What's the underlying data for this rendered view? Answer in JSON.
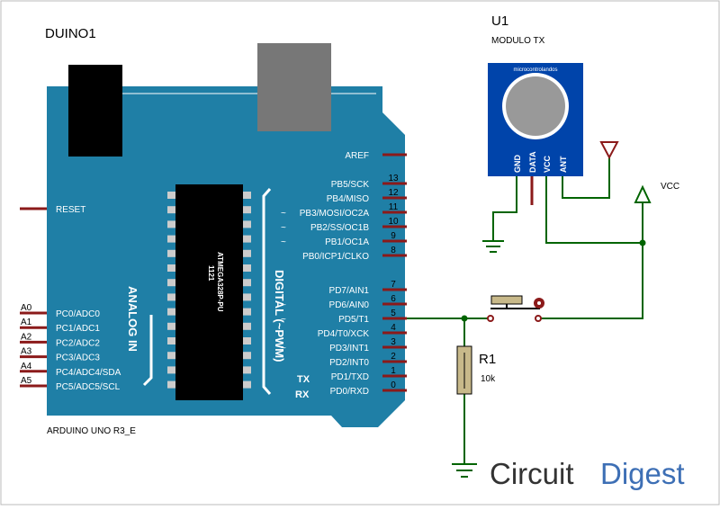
{
  "colors": {
    "board": "#1f7fa6",
    "wire": "#006400",
    "pin": "#8b1a1a",
    "chip": "#000000",
    "module": "#0044aa",
    "resistor": "#c8b98a",
    "brand_blue": "#3d6fb5",
    "brand_grey": "#333333"
  },
  "board": {
    "name": "DUINO1",
    "part": "ARDUINO UNO R3_E",
    "reset_label": "RESET",
    "analog_label": "ANALOG IN",
    "digital_label": "DIGITAL (~PWM)",
    "chip_text_1": "1121",
    "chip_text_2": "ATMEGA328P-PU",
    "tx": "TX",
    "rx": "RX",
    "aref": "AREF",
    "right_pins": [
      {
        "label": "PB5/SCK",
        "num": "13",
        "pwm": false
      },
      {
        "label": "PB4/MISO",
        "num": "12",
        "pwm": false
      },
      {
        "label": "PB3/MOSI/OC2A",
        "num": "11",
        "pwm": true
      },
      {
        "label": "PB2/SS/OC1B",
        "num": "10",
        "pwm": true
      },
      {
        "label": "PB1/OC1A",
        "num": "9",
        "pwm": true
      },
      {
        "label": "PB0/ICP1/CLKO",
        "num": "8",
        "pwm": false
      },
      {
        "label": "PD7/AIN1",
        "num": "7",
        "pwm": false
      },
      {
        "label": "PD6/AIN0",
        "num": "6",
        "pwm": true
      },
      {
        "label": "PD5/T1",
        "num": "5",
        "pwm": true
      },
      {
        "label": "PD4/T0/XCK",
        "num": "4",
        "pwm": false
      },
      {
        "label": "PD3/INT1",
        "num": "3",
        "pwm": true
      },
      {
        "label": "PD2/INT0",
        "num": "2",
        "pwm": false
      },
      {
        "label": "PD1/TXD",
        "num": "1",
        "pwm": false
      },
      {
        "label": "PD0/RXD",
        "num": "0",
        "pwm": false
      }
    ],
    "left_pins": [
      {
        "ext": "A0",
        "label": "PC0/ADC0"
      },
      {
        "ext": "A1",
        "label": "PC1/ADC1"
      },
      {
        "ext": "A2",
        "label": "PC2/ADC2"
      },
      {
        "ext": "A3",
        "label": "PC3/ADC3"
      },
      {
        "ext": "A4",
        "label": "PC4/ADC4/SDA"
      },
      {
        "ext": "A5",
        "label": "PC5/ADC5/SCL"
      }
    ]
  },
  "module": {
    "ref": "U1",
    "name": "MODULO TX",
    "brand": "microcontrolandos",
    "pins": [
      "GND",
      "DATA",
      "VCC",
      "ANT"
    ]
  },
  "resistor": {
    "ref": "R1",
    "value": "10k"
  },
  "vcc_label": "VCC",
  "brand": {
    "circuit": "Circuit",
    "digest": "Digest"
  }
}
